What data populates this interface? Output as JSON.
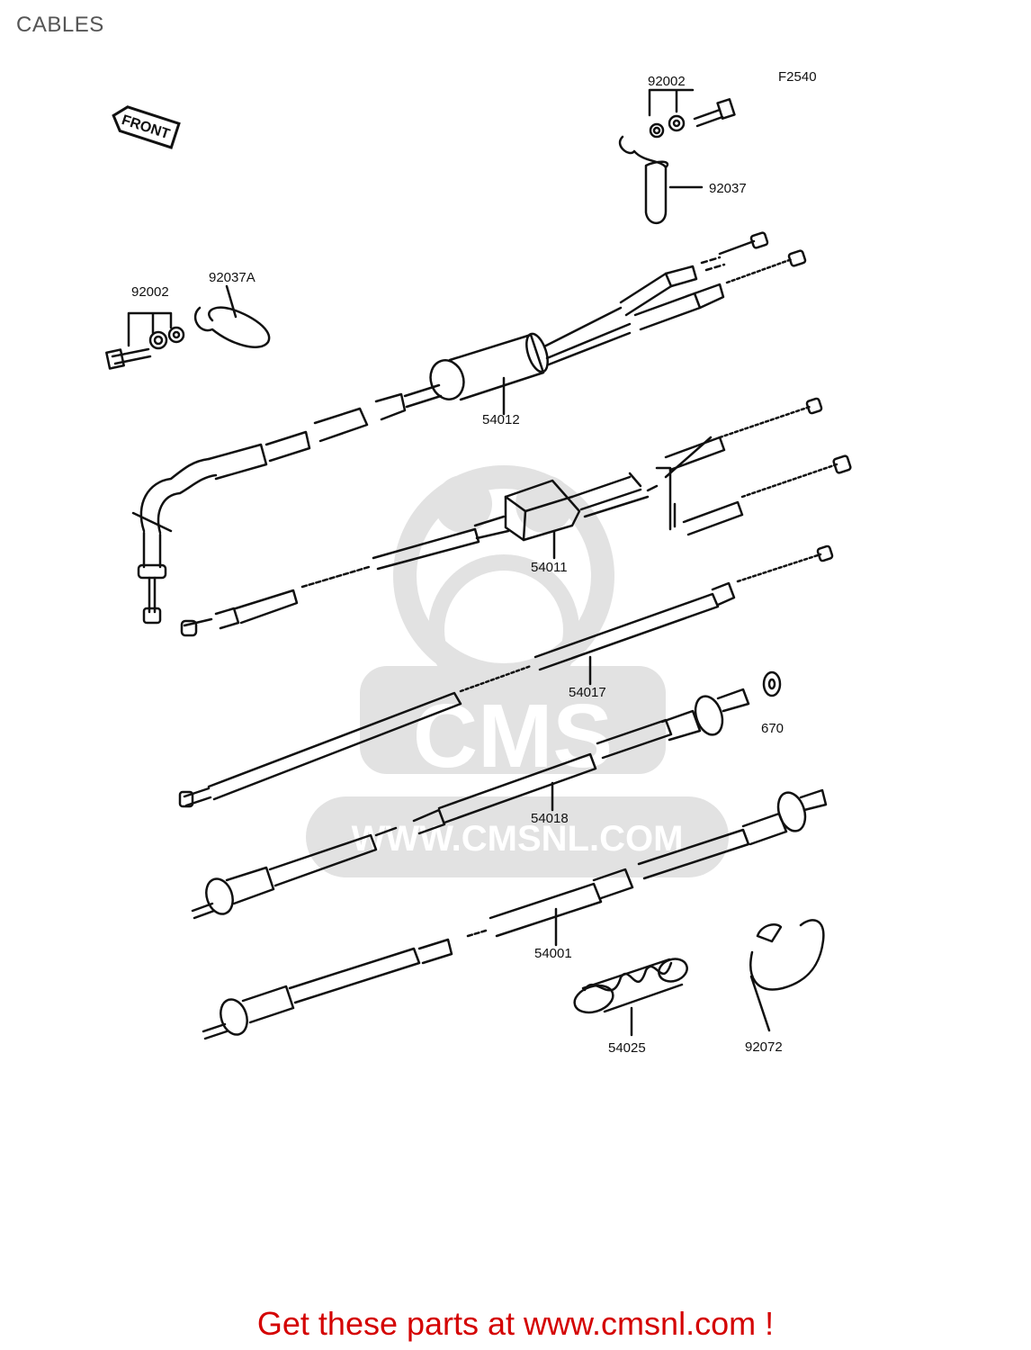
{
  "page": {
    "title": "CABLES"
  },
  "figure_code": "F2540",
  "front_marker": "FRONT",
  "parts": {
    "bolt_washer_set_right": "92002",
    "cable_clip": "92037",
    "bolt_washer_set_left": "92002",
    "cable_clip_a": "92037A",
    "throttle_cable_assy": "54012",
    "choke_cable_junction": "54011",
    "clutch_cable": "54017",
    "washer": "670",
    "tachometer_cable": "54018",
    "speedometer_cable": "54001",
    "spring": "54025",
    "band": "92072"
  },
  "watermark": {
    "brand": "CMS",
    "url": "WWW.CMSNL.COM"
  },
  "footer": {
    "cta_text": "Get these parts at www.cmsnl.com !"
  },
  "colors": {
    "line": "#111111",
    "watermark": "#e2e2e2",
    "cta": "#d40000",
    "title": "#555555"
  }
}
